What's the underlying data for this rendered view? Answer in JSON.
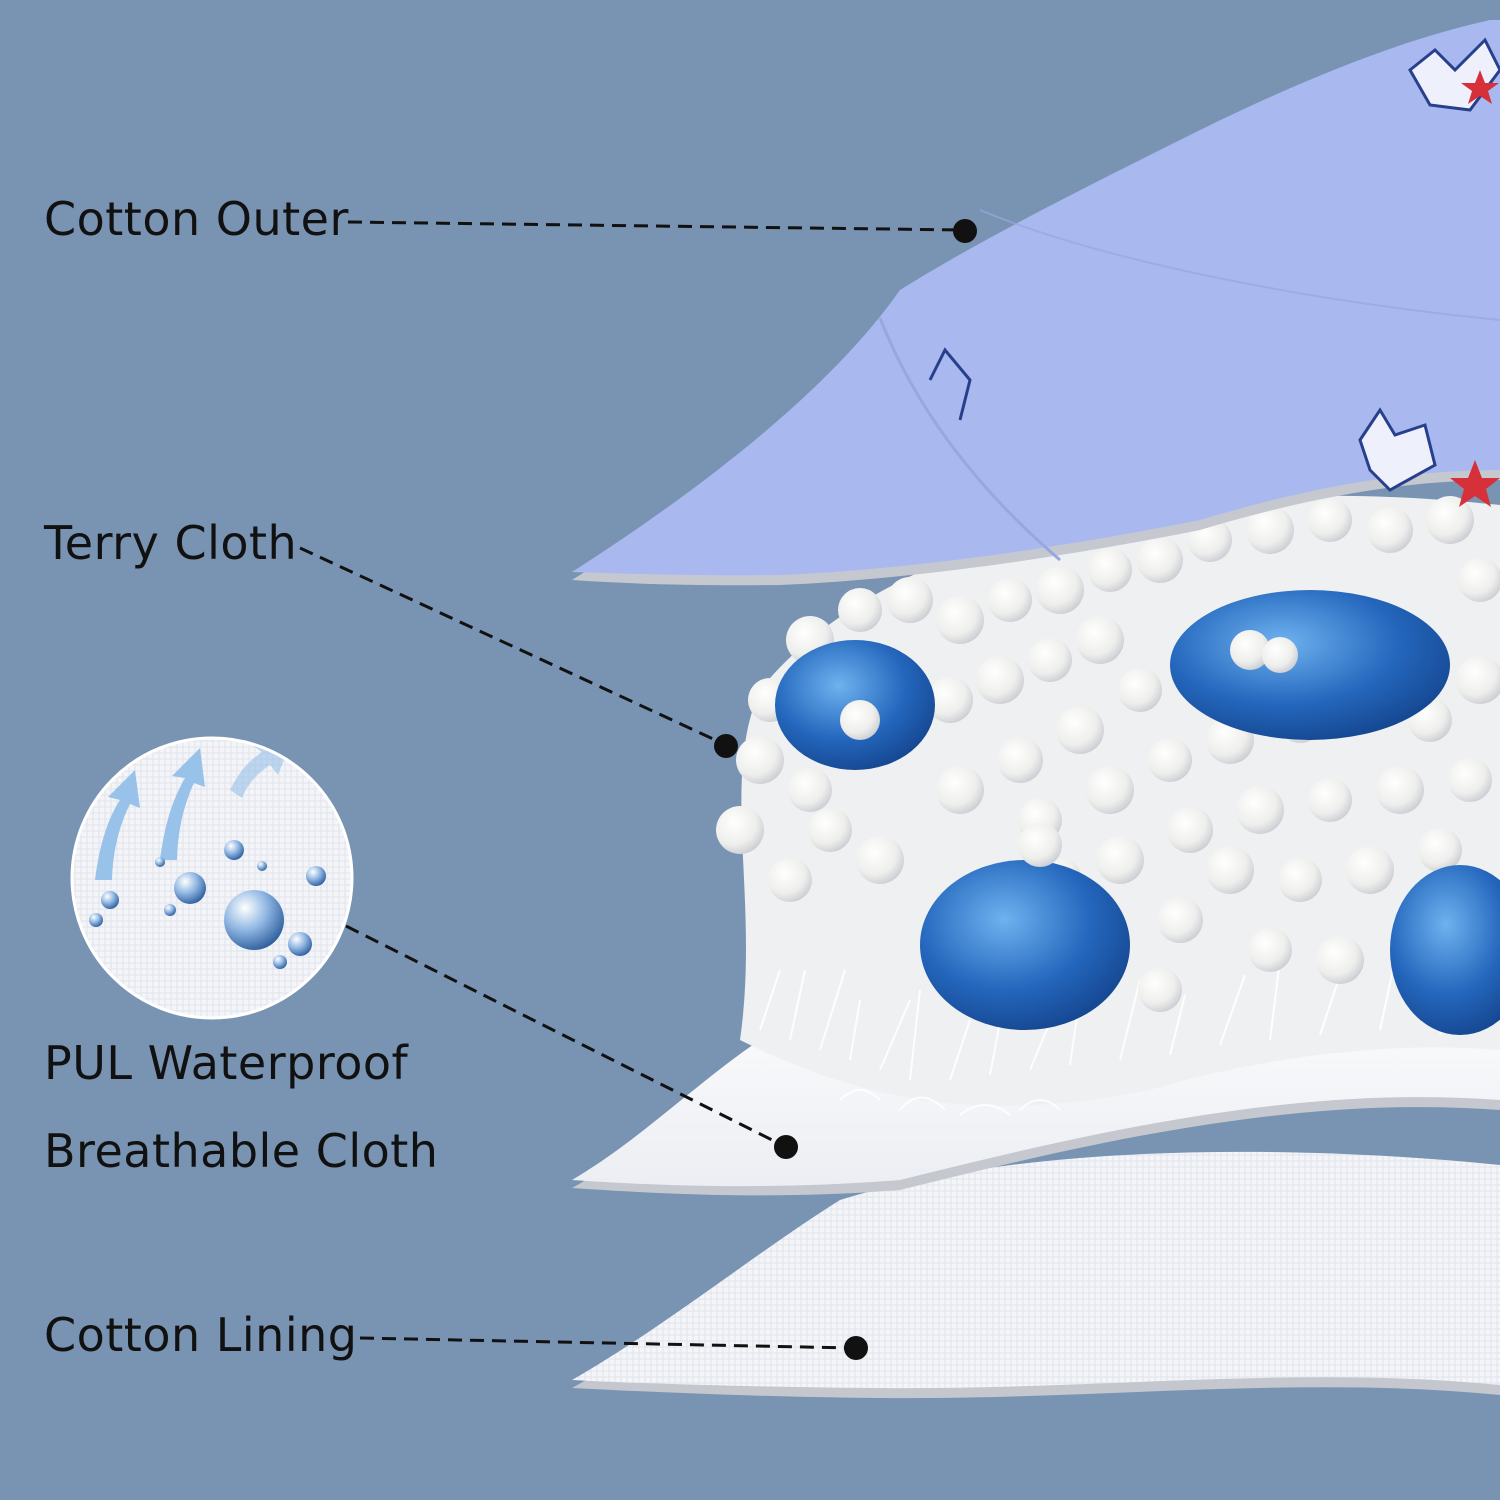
{
  "labels": {
    "cotton_outer": "Cotton Outer",
    "terry_cloth": "Terry Cloth",
    "pul_line1": "PUL Waterproof",
    "pul_line2": "Breathable Cloth",
    "cotton_lining": "Cotton Lining"
  },
  "colors": {
    "background": "#7993b2",
    "cotton_outer": "#a9b9ef",
    "terry_balls": "#f4f4f2",
    "gel_beads": "#2a6cc0",
    "pul_layer": "#ffffff",
    "lining": "#f7f8fc",
    "leader_line": "#111111"
  },
  "icons": [
    "waterproof-droplets-icon",
    "breathable-arrows-icon"
  ]
}
